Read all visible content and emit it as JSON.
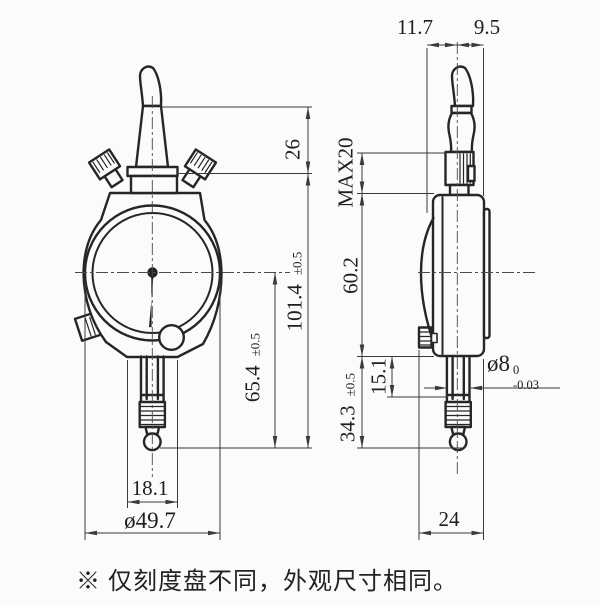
{
  "drawing": {
    "type": "technical-drawing",
    "subject": "dial indicator gauge, front and side orthographic views",
    "labels": {
      "top_left_width": "11.7",
      "top_right_width": "9.5",
      "cable_clearance": "26",
      "overall_height": {
        "main": "101.4",
        "tol": "±0.5"
      },
      "center_to_tip": {
        "main": "65.4",
        "tol": "±0.5"
      },
      "boss_width": "18.1",
      "bezel_diameter": "ø49.7",
      "gland_height": "MAX20",
      "body_height": "60.2",
      "stem_exposed": "15.1",
      "lower_height": {
        "main": "34.3",
        "tol": "±0.5"
      },
      "stem_diameter": {
        "main": "ø8",
        "upper": "0",
        "lower": "-0.03"
      },
      "body_depth": "24"
    },
    "note": "※ 仅刻度盘不同，外观尺寸相同。"
  },
  "colors": {
    "background": "#fbfbfb",
    "object_line": "#262626",
    "dimension_line": "#3a3a3a",
    "text": "#1e1e1e"
  }
}
